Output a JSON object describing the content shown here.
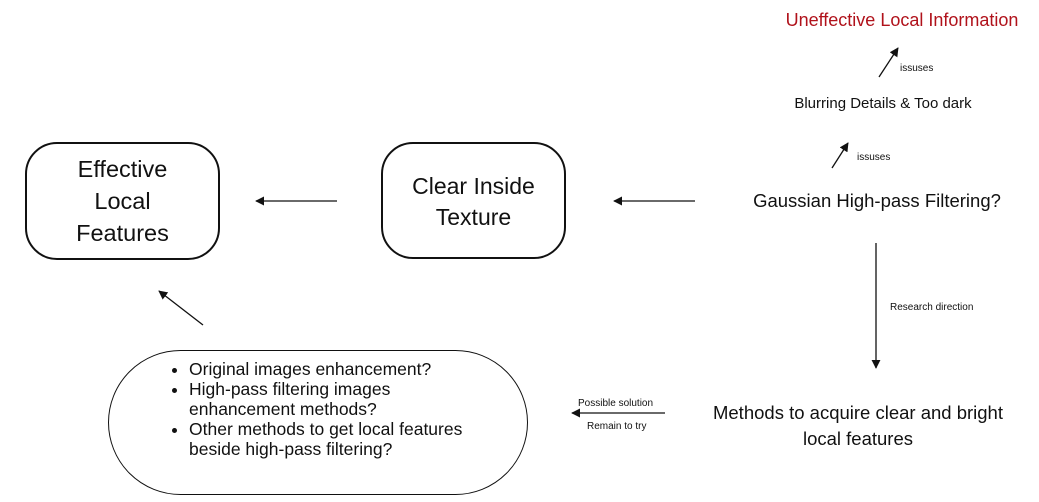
{
  "nodes": {
    "effective_local_features": "Effective\nLocal\nFeatures",
    "clear_inside_texture": "Clear  Inside\nTexture",
    "gaussian_highpass": "Gaussian High-pass Filtering?",
    "blurring_details": "Blurring Details & Too dark",
    "uneffective_local_info": "Uneffective Local Information",
    "methods_acquire": "Methods to acquire clear and bright\nlocal features",
    "options": [
      "Original images enhancement?",
      "High-pass filtering images enhancement methods?",
      "Other methods to get local features beside high-pass filtering?"
    ]
  },
  "edge_labels": {
    "issues_upper": "issuses",
    "issues_lower": "issuses",
    "research_direction": "Research direction",
    "possible_solution": "Possible solution",
    "remain_to_try": "Remain to try"
  },
  "colors": {
    "highlight": "#b0121b",
    "stroke": "#111111"
  }
}
